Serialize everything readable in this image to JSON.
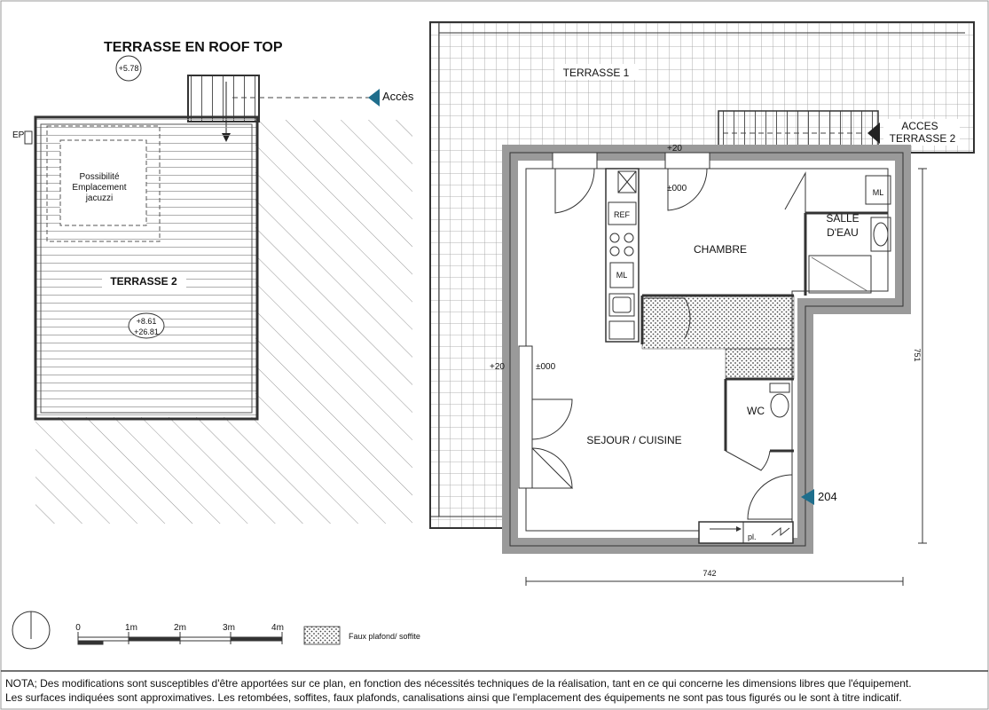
{
  "plan": {
    "title": "TERRASSE EN ROOF TOP",
    "roof_level": "+5.78",
    "access_label": "Accès",
    "ep_label": "EP",
    "jacuzzi_note": [
      "Possibilité",
      "Emplacement",
      "jacuzzi"
    ],
    "terrasse2": {
      "label": "TERRASSE 2",
      "levels": [
        "+8.61",
        "+26.81"
      ]
    },
    "terrasse1": {
      "label": "TERRASSE 1"
    },
    "access_terrasse2": [
      "ACCES",
      "TERRASSE 2"
    ],
    "rooms": {
      "chambre": "CHAMBRE",
      "salle_deau": [
        "SALLE",
        "D'EAU"
      ],
      "wc": "WC",
      "sejour": "SEJOUR / CUISINE"
    },
    "fixtures": {
      "ref": "REF",
      "ml_kitchen": "ML",
      "ml_bath": "ML",
      "placard": "pl."
    },
    "levels": {
      "top": "+20",
      "chambre": "±000",
      "left": "+20",
      "sejour": "±000"
    },
    "unit_number": "204",
    "dim_width": "742",
    "dim_height": "751",
    "accent_color": "#1f6e8c"
  },
  "scale": {
    "ticks": [
      "0",
      "1m",
      "2m",
      "3m",
      "4m"
    ]
  },
  "legend": {
    "faux_plafond": "Faux plafond/ soffite"
  },
  "note": {
    "line1": "NOTA; Des modifications sont susceptibles d'être apportées sur ce plan, en fonction des nécessités techniques de la réalisation, tant en ce qui concerne les dimensions libres que l'équipement.",
    "line2": "Les surfaces indiquées sont approximatives. Les retombées, soffites, faux plafonds, canalisations ainsi que l'emplacement des équipements ne sont pas tous figurés ou le sont à titre indicatif."
  }
}
